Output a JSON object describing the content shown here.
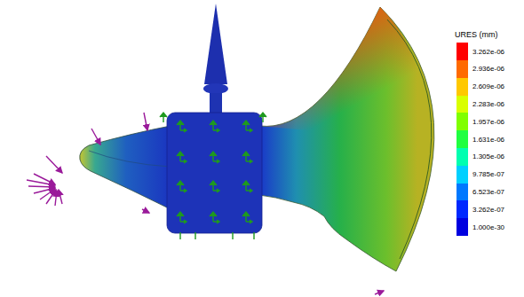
{
  "diagram": {
    "labels": [
      "URES (mm)"
    ],
    "legend": [
      {
        "text": "3.262e-06",
        "color": "#ff0000"
      },
      {
        "text": "2.936e-06",
        "color": "#ff6a00"
      },
      {
        "text": "2.609e-06",
        "color": "#ffc800"
      },
      {
        "text": "2.283e-06",
        "color": "#d9ff00"
      },
      {
        "text": "1.957e-06",
        "color": "#80ff00"
      },
      {
        "text": "1.631e-06",
        "color": "#20ff40"
      },
      {
        "text": "1.305e-06",
        "color": "#00ffb0"
      },
      {
        "text": "9.785e-07",
        "color": "#00d0ff"
      },
      {
        "text": "6.523e-07",
        "color": "#0078ff"
      },
      {
        "text": "3.262e-07",
        "color": "#0028ff"
      },
      {
        "text": "1.000e-30",
        "color": "#0000e0"
      }
    ]
  }
}
